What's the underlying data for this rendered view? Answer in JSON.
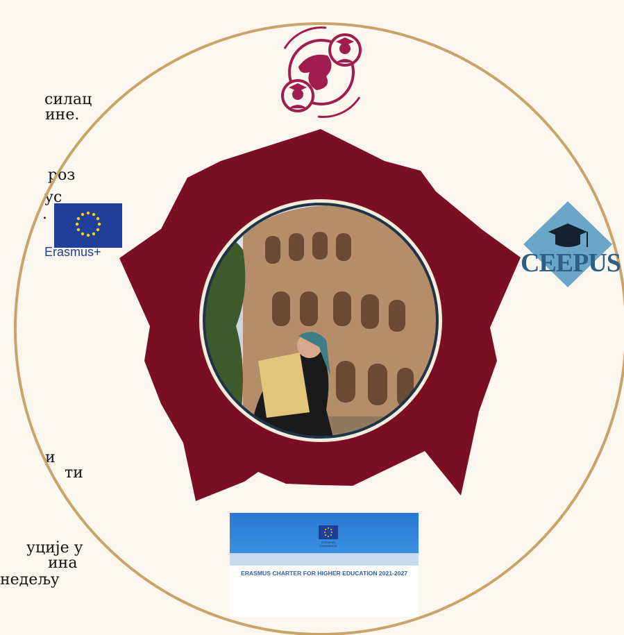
{
  "left_text": [
    {
      "id": "line-1",
      "text": "силац"
    },
    {
      "id": "line-2",
      "text": "ине."
    },
    {
      "id": "line-3",
      "text": "роз"
    },
    {
      "id": "line-4",
      "text": "ус"
    },
    {
      "id": "line-5",
      "text": "."
    },
    {
      "id": "line-6",
      "text": "и"
    },
    {
      "id": "line-7",
      "text": "ти"
    },
    {
      "id": "line-8",
      "text": "уције у"
    },
    {
      "id": "line-9",
      "text": "ина"
    },
    {
      "id": "line-10",
      "text": "недељу"
    }
  ],
  "logos": {
    "erasmus_plus": "Erasmus+",
    "ceepus": "CEEPUS",
    "european_commission": "European Commission",
    "erasmus_charter": "ERASMUS CHARTER FOR HIGHER EDUCATION 2021-2027"
  },
  "icons": {
    "top": "student-exchange-globe-icon",
    "erasmus": "eu-flag-icon",
    "ceepus": "graduation-cap-icon"
  },
  "colors": {
    "background": "#fbf7ee",
    "ring": "#c9a46a",
    "maroon": "#7a0f22",
    "inner_disc": "#f5ecdc",
    "photo_border": "#1f3447",
    "ceepus_diamond": "#6ba6c9",
    "eu_blue": "#1f3f9a",
    "icon_pink": "#a01d4f"
  }
}
